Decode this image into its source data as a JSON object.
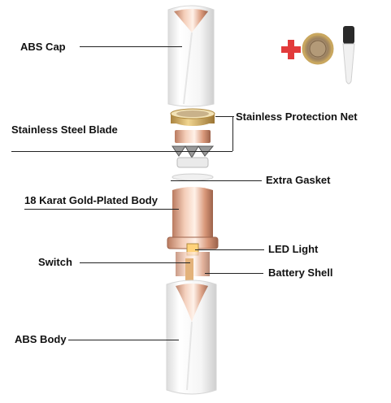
{
  "labels": {
    "abs_cap": "ABS Cap",
    "protection_net": "Stainless Protection Net",
    "steel_blade": "Stainless Steel Blade",
    "extra_gasket": "Extra Gasket",
    "gold_body": "18 Karat Gold-Plated Body",
    "led_light": "LED Light",
    "switch": "Switch",
    "battery_shell": "Battery Shell",
    "abs_body": "ABS Body"
  },
  "colors": {
    "rose_gold": "#e8b39a",
    "rose_gold_dark": "#b97a5f",
    "gold": "#d8b46a",
    "white_body": "#f7f7f7",
    "accessory_plus": "#e23b3b"
  }
}
